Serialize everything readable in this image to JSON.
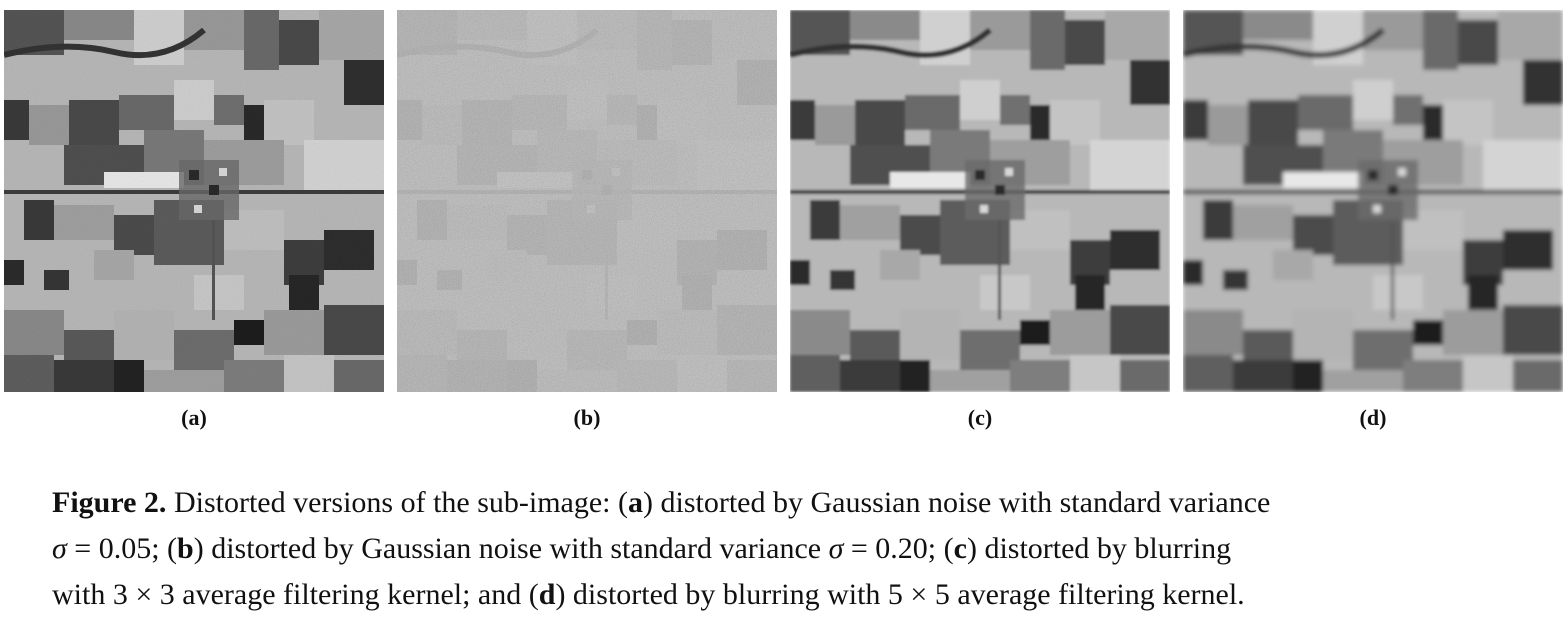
{
  "panels": [
    {
      "id": "a",
      "label": "(a)"
    },
    {
      "id": "b",
      "label": "(b)"
    },
    {
      "id": "c",
      "label": "(c)"
    },
    {
      "id": "d",
      "label": "(d)"
    }
  ],
  "caption": {
    "figure_label": "Figure 2.",
    "l1_text": " Distorted versions of the sub-image: (",
    "l1_a": "a",
    "l1_text2": ") distorted by Gaussian noise with standard variance",
    "l2_sigma1": "σ",
    "l2_eq1": " = 0.05; (",
    "l2_b": "b",
    "l2_text": ") distorted by Gaussian noise with standard variance ",
    "l2_sigma2": "σ",
    "l2_eq2": " = 0.20; (",
    "l2_c": "c",
    "l2_text2": ") distorted by blurring",
    "l3_text": "with 3 × 3 average filtering kernel; and (",
    "l3_d": "d",
    "l3_text2": ") distorted by blurring with 5 × 5 average filtering kernel."
  }
}
